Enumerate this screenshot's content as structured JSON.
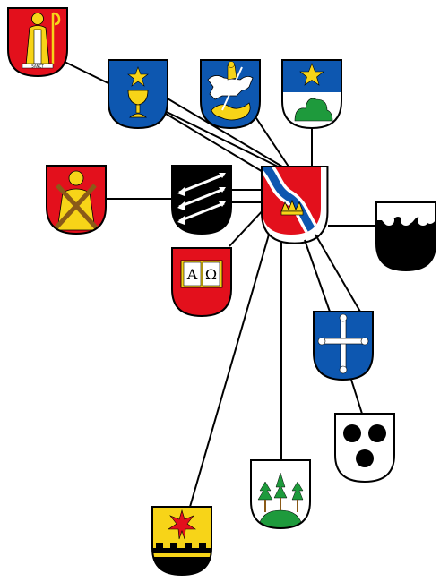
{
  "colors": {
    "red": "#e3101c",
    "blue": "#0d57b0",
    "yellow": "#f7d418",
    "green": "#1e9a3c",
    "black": "#000000",
    "white": "#ffffff"
  },
  "center_shield": {
    "name": "center-coat-of-arms",
    "charges": [
      "blue-white-wavy-bend",
      "gold-crown"
    ]
  },
  "book_text": {
    "alpha": "A",
    "omega": "Ω"
  },
  "saint_book_text": "SANCT"
}
